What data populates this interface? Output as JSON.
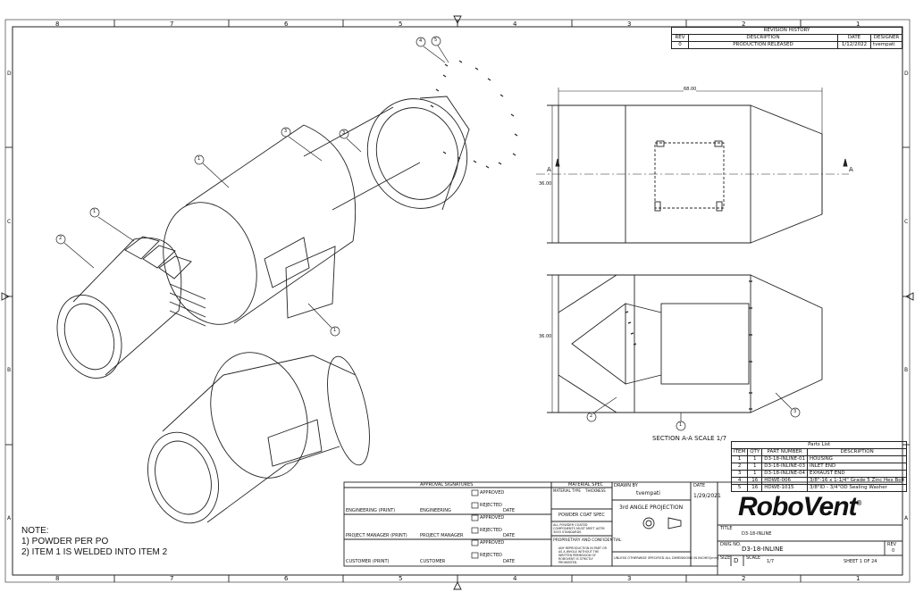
{
  "border": {
    "columns_top": [
      "8",
      "7",
      "6",
      "5",
      "4",
      "3",
      "2",
      "1"
    ],
    "columns_bottom": [
      "8",
      "7",
      "6",
      "5",
      "4",
      "3",
      "2",
      "1"
    ],
    "rows_left": [
      "D",
      "C",
      "B",
      "A"
    ],
    "rows_right": [
      "D",
      "C",
      "B",
      "A"
    ]
  },
  "revision_history": {
    "title": "REVISION HISTORY",
    "headers": [
      "REV",
      "DESCRIPTION",
      "DATE",
      "DESIGNER"
    ],
    "rows": [
      [
        "0",
        "PRODUCTION RELEASED",
        "1/12/2022",
        "tvempati"
      ]
    ]
  },
  "parts_list": {
    "title": "Parts List",
    "headers": [
      "ITEM",
      "QTY",
      "PART NUMBER",
      "DESCRIPTION"
    ],
    "rows": [
      [
        "1",
        "1",
        "D3-18-INLINE-01",
        "HOUSING"
      ],
      [
        "2",
        "1",
        "D3-18-INLINE-03",
        "INLET END"
      ],
      [
        "3",
        "1",
        "D3-18-INLINE-04",
        "EXHAUST END"
      ],
      [
        "4",
        "16",
        "HDWE-006",
        "3/8\"-16 x 1-1/4\" Grade 5 Zinc Hex Bolt"
      ],
      [
        "5",
        "16",
        "HDWE-1015",
        "3/8\"ID - 3/4\"OD Sealing Washer"
      ]
    ]
  },
  "dimensions": {
    "width": "68.00",
    "height_top": "36.00",
    "height_bottom": "36.00",
    "section_marker": "A"
  },
  "section_label": "SECTION A-A SCALE 1/7",
  "balloons": {
    "iso": [
      "4",
      "5",
      "3",
      "3",
      "1",
      "1",
      "2",
      "1"
    ],
    "section": [
      "2",
      "1",
      "3"
    ]
  },
  "note": {
    "title": "NOTE:",
    "lines": [
      "1) POWDER PER PO",
      "2) ITEM 1 IS WELDED INTO ITEM 2"
    ]
  },
  "approvals": {
    "title": "APPROVAL SIGNATURES",
    "rows": [
      {
        "left": "ENGINEERING (PRINT)",
        "mid": "ENGINEERING",
        "date": "DATE"
      },
      {
        "left": "PROJECT MANAGER (PRINT)",
        "mid": "PROJECT MANAGER",
        "date": "DATE"
      },
      {
        "left": "CUSTOMER (PRINT)",
        "mid": "CUSTOMER",
        "date": "DATE"
      }
    ],
    "checks": [
      "APPROVED",
      "REJECTED",
      "APPROVED",
      "REJECTED",
      "APPROVED",
      "REJECTED"
    ]
  },
  "material_spec": {
    "title": "MATERIAL SPEC",
    "col_material": "MATERIAL TYPE",
    "col_thickness": "THICKNESS",
    "powder_title": "POWDER COAT SPEC",
    "powder_text": "ALL POWDER COATED COMPONENTS MUST MEET ASTM 3003 STANDARDS",
    "proprietary_title": "PROPRIETARY AND CONFIDENTIAL",
    "proprietary_text": "ANY REPRODUCTION IN PART OR AS A WHOLE WITHOUT THE WRITTEN PERMISSION OF ROBOVENT IS STRICTLY PROHIBITED."
  },
  "drawn": {
    "label": "DRAWN BY",
    "name": "tvempati",
    "date_label": "DATE",
    "date": "1/29/2021",
    "projection": "3rd ANGLE PROJECTION",
    "tolerance_note": "UNLESS OTHERWISE SPECIFIED ALL DIMENSIONS IN INCHES(mm)"
  },
  "title_block": {
    "logo": "RoboVent",
    "reg": "®",
    "title_label": "TITLE",
    "title_value": "D3-18-INLINE",
    "dwg_label": "DWG NO.",
    "dwg_value": "D3-18-INLINE",
    "rev_label": "REV",
    "rev_value": "0",
    "size_label": "SIZE",
    "size_value": "D",
    "scale_label": "SCALE",
    "scale_value": "1/7",
    "sheet": "SHEET 1 OF 24"
  },
  "colors": {
    "ink": "#111111",
    "paper": "#ffffff"
  }
}
